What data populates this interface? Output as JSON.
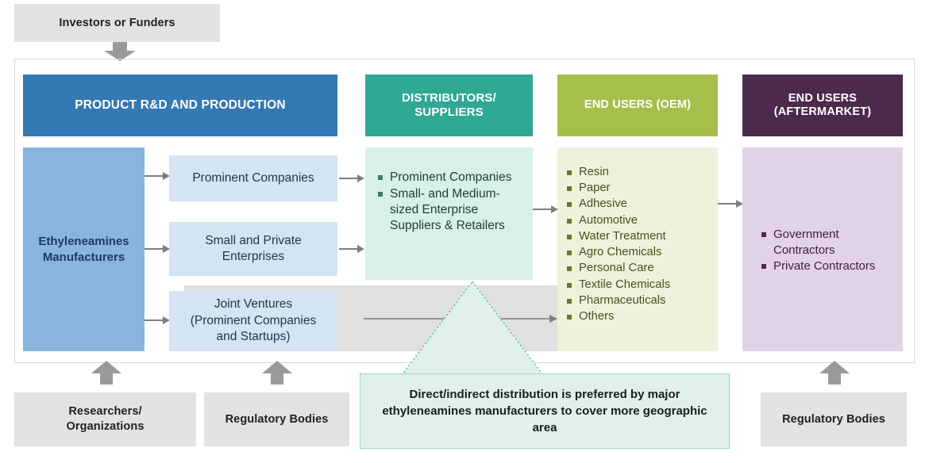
{
  "top": {
    "investors_label": "Investors or Funders"
  },
  "columns": {
    "col1": {
      "header": "PRODUCT R&D AND PRODUCTION",
      "manufacturers": "Ethyleneamines\nManufacturers",
      "nodes": [
        "Prominent Companies",
        "Small and Private\nEnterprises",
        "Joint Ventures\n(Prominent Companies\nand Startups)"
      ]
    },
    "col2": {
      "header": "DISTRIBUTORS/\nSUPPLIERS",
      "items": [
        "Prominent Companies",
        "Small- and Medium-sized Enterprise Suppliers & Retailers"
      ]
    },
    "col3": {
      "header": "END USERS (OEM)",
      "items": [
        "Resin",
        "Paper",
        "Adhesive",
        "Automotive",
        "Water Treatment",
        "Agro Chemicals",
        "Personal Care",
        "Textile Chemicals",
        "Pharmaceuticals",
        "Others"
      ]
    },
    "col4": {
      "header": "END USERS\n(AFTERMARKET)",
      "items": [
        "Government Contractors",
        "Private Contractors"
      ]
    }
  },
  "callout": {
    "text": "Direct/indirect distribution is preferred by major ethyleneamines manufacturers to cover more geographic area"
  },
  "footer": {
    "researchers_label": "Researchers/\nOrganizations",
    "regulatory_left_label": "Regulatory Bodies",
    "regulatory_right_label": "Regulatory Bodies"
  },
  "colors": {
    "header_blue": "#3478b4",
    "header_teal": "#2fa894",
    "header_green": "#a4c04b",
    "header_purple": "#4b2a4c",
    "manufacturers_blue": "#88b4de",
    "node_blue": "#d4e4f2",
    "supplier_mint": "#d8f0e7",
    "oem_olive": "#eef2dc",
    "aftermarket_lilac": "#e2d2e6",
    "gray_box": "#e2e2e2",
    "arrow_gray": "#8c8c8c",
    "callout_border": "#52b9a0"
  }
}
